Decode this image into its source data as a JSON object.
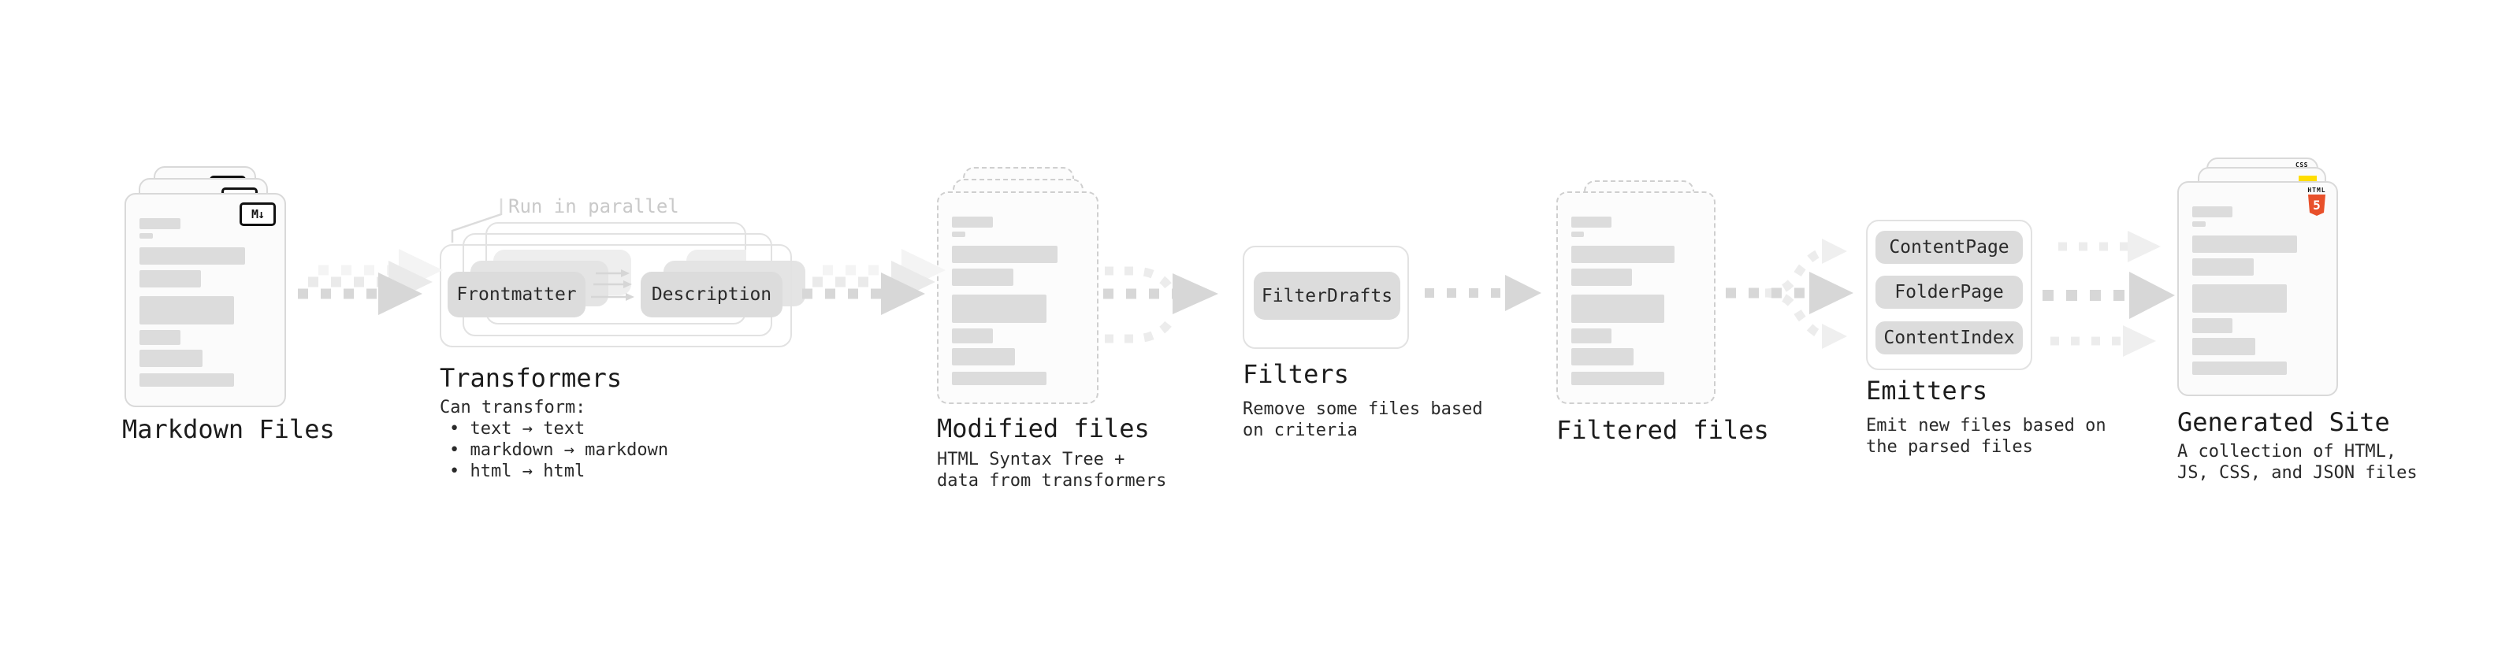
{
  "stage_markdown": {
    "label": "Markdown Files",
    "file_icon": "M↓"
  },
  "stage_transformers": {
    "label": "Transformers",
    "annotation": "Run in parallel",
    "pill_from": "Frontmatter",
    "pill_to": "Description",
    "desc_title": "Can transform:",
    "bullets": [
      "• text → text",
      "• markdown → markdown",
      "• html → html"
    ]
  },
  "stage_modified": {
    "label": "Modified files",
    "subtitle": [
      "HTML Syntax Tree +",
      "data from transformers"
    ]
  },
  "stage_filters": {
    "label": "Filters",
    "pill": "FilterDrafts",
    "subtitle": [
      "Remove some files based",
      "on criteria"
    ]
  },
  "stage_filtered": {
    "label": "Filtered files"
  },
  "stage_emitters": {
    "label": "Emitters",
    "pills": [
      "ContentPage",
      "FolderPage",
      "ContentIndex"
    ],
    "subtitle": [
      "Emit new files based on",
      "the parsed files"
    ]
  },
  "stage_generated": {
    "label": "Generated Site",
    "subtitle": [
      "A collection of HTML,",
      "JS, CSS, and JSON files"
    ],
    "badge_css": "CSS",
    "badge_html_word": "HTML",
    "badge_html_number": "5"
  },
  "colors": {
    "html5_orange": "#e8502a",
    "js_yellow": "#ffdd00",
    "css_blue": "#2767e0",
    "arrow_gray": "#d7d7d7",
    "card_border": "#d9d9d9",
    "skeleton_gray": "#dcdcdc"
  }
}
